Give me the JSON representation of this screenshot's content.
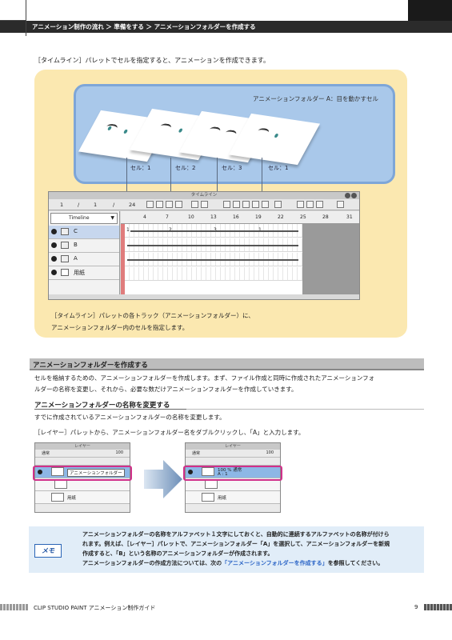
{
  "header": {
    "breadcrumb": "アニメーション制作の流れ ＞ 準備をする ＞ アニメーションフォルダーを作成する"
  },
  "intro": "［タイムライン］パレットでセルを指定すると、アニメーションを作成できます。",
  "illustration": {
    "folder_label": "アニメーションフォルダー A：目を動かすセル",
    "cel_labels": [
      "セル：1",
      "セル：2",
      "セル：3",
      "セル：1"
    ],
    "timeline": {
      "title": "タイムライン",
      "toolbar": [
        "1",
        "/",
        "1",
        "/",
        "24"
      ],
      "dropdown": "Timeline",
      "tracks": [
        {
          "name": "C",
          "type": "folder",
          "selected": true
        },
        {
          "name": "B",
          "type": "folder",
          "selected": false
        },
        {
          "name": "A",
          "type": "folder",
          "selected": false
        },
        {
          "name": "用紙",
          "type": "paper",
          "selected": false
        }
      ],
      "ruler": [
        "4",
        "10",
        "16",
        "22",
        "28",
        "31"
      ],
      "ruler_small": [
        "7",
        "13",
        "19",
        "25"
      ],
      "cel_marks": [
        "1",
        "2",
        "3",
        "1"
      ]
    },
    "caption": [
      "［タイムライン］パレットの各トラック（アニメーションフォルダー）に、",
      "アニメーションフォルダー内のセルを指定します。"
    ]
  },
  "section": {
    "title": "アニメーションフォルダーを作成する",
    "body": [
      "セルを格納するための、アニメーションフォルダーを作成します。まず、ファイル作成と同時に作成されたアニメーションフォ",
      "ルダーの名称を変更し、それから、必要な数だけアニメーションフォルダーを作成していきます。"
    ]
  },
  "subsection": {
    "title": "アニメーションフォルダーの名称を変更する",
    "body": [
      "すでに作成されているアニメーションフォルダーの名称を変更します。",
      "［レイヤー］パレットから、アニメーションフォルダー名をダブルクリックし、「A」と入力します。"
    ]
  },
  "layer_panels": {
    "title": "レイヤー",
    "blend": "通常",
    "opacity": "100",
    "before_folder": "アニメーションフォルダー",
    "after_folder_line1": "100 % 通常",
    "after_folder_line2": "A : 1",
    "paper": "用紙"
  },
  "memo": {
    "badge": "メモ",
    "lines": [
      "アニメーションフォルダーの名称をアルファベット１文字にしておくと、自動的に連続するアルファベットの名称が付けら",
      "れます。例えば、［レイヤー］パレットで、アニメーションフォルダー「A」を選択して、アニメーションフォルダーを新規",
      "作成すると、「B」という名称のアニメーションフォルダーが作成されます。"
    ],
    "last_pre": "アニメーションフォルダーの作成方法については、次の",
    "last_link": "「アニメーションフォルダーを作成する」",
    "last_post": "を参照してください。"
  },
  "footer": {
    "title": "CLIP STUDIO PAINT アニメーション制作ガイド",
    "page": "9"
  },
  "colors": {
    "illus_bg": "#fbe8b0",
    "blue_panel": "#a9c8ea",
    "memo_bg": "#e1edf8",
    "highlight": "#d0308a",
    "link": "#2a64c6"
  }
}
